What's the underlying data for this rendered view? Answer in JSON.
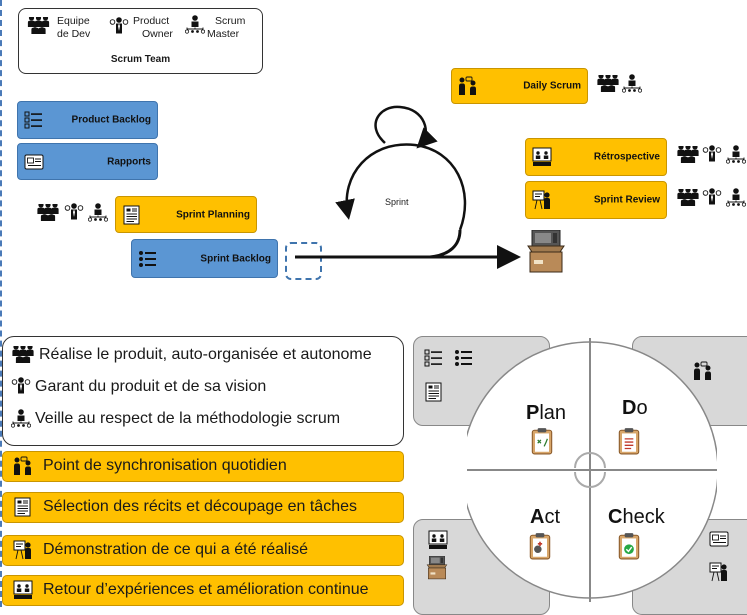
{
  "team": {
    "dev_label_1": "Equipe",
    "dev_label_2": "de Dev",
    "po_label_1": "Product",
    "po_label_2": "Owner",
    "sm_label_1": "Scrum",
    "sm_label_2": "Master",
    "title": "Scrum Team"
  },
  "artifacts": {
    "product_backlog": "Product Backlog",
    "rapports": "Rapports",
    "sprint_planning": "Sprint Planning",
    "sprint_backlog": "Sprint Backlog"
  },
  "events": {
    "daily_scrum": "Daily Scrum",
    "retrospective": "Rétrospective",
    "sprint_review": "Sprint Review"
  },
  "sprint_label": "Sprint",
  "legend": {
    "dev": "Réalise le produit, auto-organisée et autonome",
    "po": "Garant du produit et de sa vision",
    "sm": "Veille au respect de la méthodologie scrum",
    "daily": "Point de synchronisation quotidien",
    "planning": "Sélection des récits et découpage en tâches",
    "review": "Démonstration de ce qui a été réalisé",
    "retro": "Retour d’expériences et amélioration continue"
  },
  "pdca": {
    "plan_first": "P",
    "plan_rest": "lan",
    "do_first": "D",
    "do_rest": "o",
    "act_first": "A",
    "act_rest": "ct",
    "check_first": "C",
    "check_rest": "heck"
  },
  "colors": {
    "orange": "#ffc000",
    "blue": "#5b96d3",
    "gray": "#d8d8d8"
  }
}
